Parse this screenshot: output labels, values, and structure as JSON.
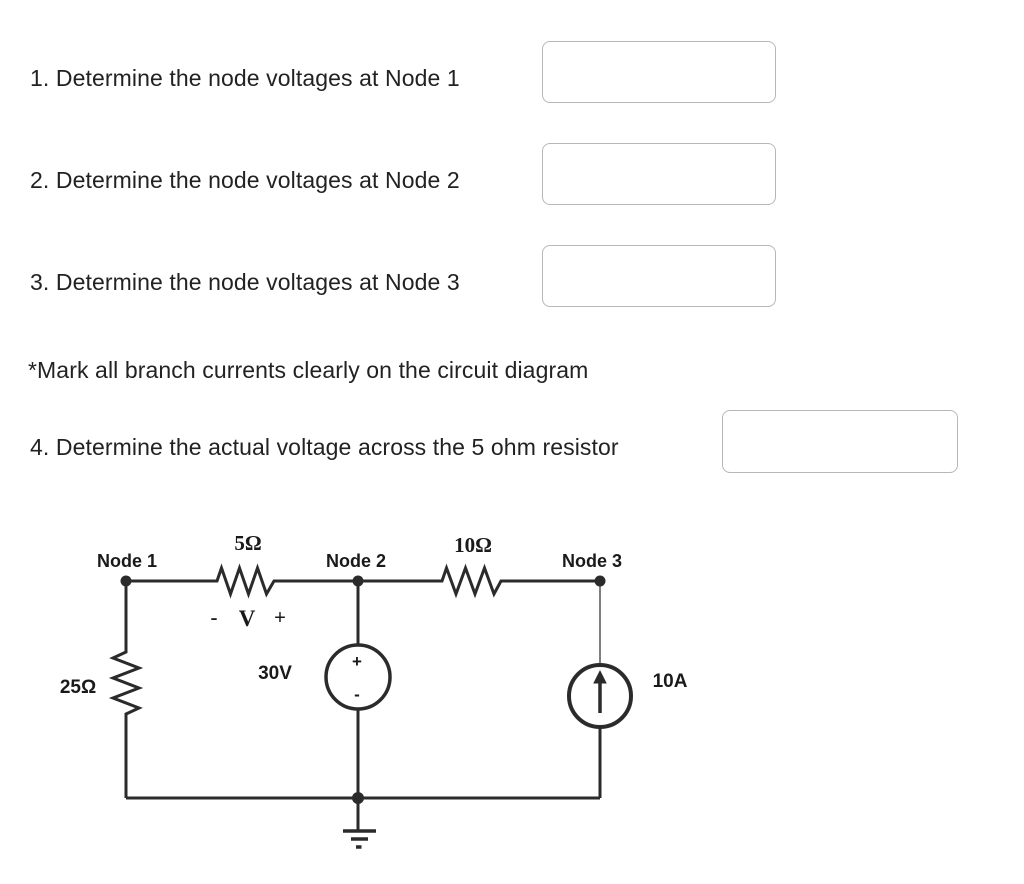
{
  "page": {
    "questions": [
      {
        "label": "1. Determine the node voltages at Node 1",
        "value": "",
        "placeholder": ""
      },
      {
        "label": "2. Determine the node voltages at Node 2",
        "value": "",
        "placeholder": ""
      },
      {
        "label": "3. Determine the node voltages at Node 3",
        "value": "",
        "placeholder": ""
      }
    ],
    "note": "*Mark all branch currents clearly on the circuit diagram",
    "question4": {
      "label": "4. Determine the actual voltage across the 5 ohm resistor",
      "value": "",
      "placeholder": ""
    }
  },
  "circuit": {
    "node1_label": "Node 1",
    "node2_label": "Node 2",
    "node3_label": "Node 3",
    "resistor_top_left_label": "5Ω",
    "resistor_top_right_label": "10Ω",
    "resistor_left_label": "25Ω",
    "voltage_mark_minus": "-",
    "voltage_mark_v": "V",
    "voltage_mark_plus": "+",
    "voltage_source_label": "30V",
    "voltage_source_plus": "+",
    "voltage_source_minus": "-",
    "current_source_label": "10A"
  },
  "colors": {
    "background": "#ffffff",
    "text": "#222222",
    "circuit_line": "#2b2b2b",
    "input_border": "#b7b7b7"
  }
}
